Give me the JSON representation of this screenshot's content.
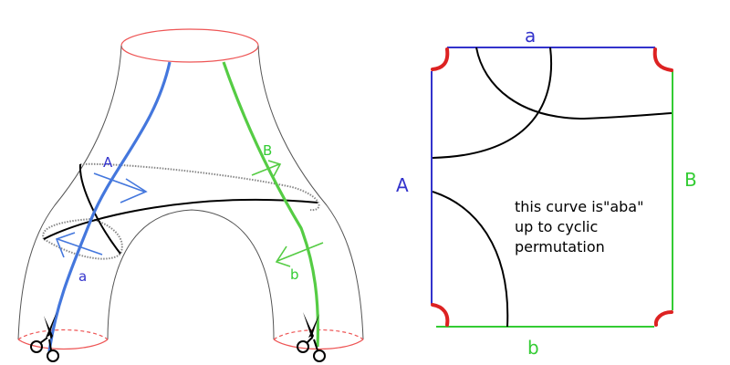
{
  "colors": {
    "edge_a": "#3333cc",
    "edge_b": "#33cc33",
    "curve_a": "#4477dd",
    "curve_b": "#55cc44",
    "corner": "#dd2222",
    "ink": "#000000",
    "outline": "#555555",
    "cuff": "#ee5555"
  },
  "left_figure": {
    "label_A": "A",
    "label_a": "a",
    "label_B": "B",
    "label_b": "b"
  },
  "right_figure": {
    "top_label": "a",
    "left_label": "A",
    "right_label": "B",
    "bottom_label": "b",
    "caption_lines": [
      "this curve is\"aba\"",
      "up to cyclic",
      "permutation"
    ]
  },
  "icons": [
    "scissors-icon",
    "scissors-icon"
  ]
}
